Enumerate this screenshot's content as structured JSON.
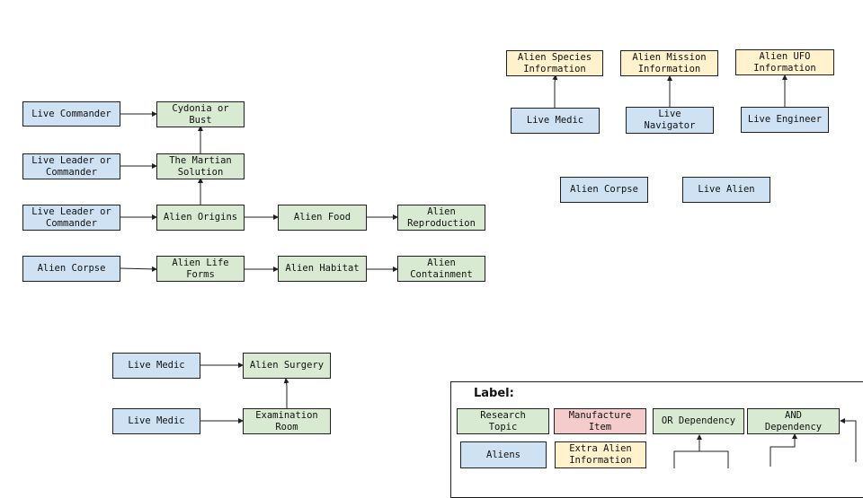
{
  "nodes": {
    "live_commander": "Live Commander",
    "live_leader_1": "Live Leader or\nCommander",
    "live_leader_2": "Live Leader or\nCommander",
    "alien_corpse_left": "Alien Corpse",
    "cydonia": "Cydonia or\nBust",
    "martian_solution": "The Martian\nSolution",
    "alien_origins": "Alien Origins",
    "alien_food": "Alien Food",
    "alien_reproduction": "Alien\nReproduction",
    "alien_life_forms": "Alien Life\nForms",
    "alien_habitat": "Alien Habitat",
    "alien_containment": "Alien\nContainment",
    "alien_species_info": "Alien Species\nInformation",
    "alien_mission_info": "Alien Mission\nInformation",
    "alien_ufo_info": "Alien UFO\nInformation",
    "live_medic_top": "Live Medic",
    "live_navigator": "Live\nNavigator",
    "live_engineer": "Live Engineer",
    "alien_corpse_right": "Alien Corpse",
    "live_alien": "Live Alien",
    "live_medic_1": "Live Medic",
    "live_medic_2": "Live Medic",
    "alien_surgery": "Alien Surgery",
    "examination_room": "Examination\nRoom"
  },
  "legend": {
    "title": "Label:",
    "research_topic": "Research\nTopic",
    "manufacture_item": "Manufacture\nItem",
    "or_dependency": "OR Dependency",
    "and_dependency": "AND\nDependency",
    "aliens": "Aliens",
    "extra_alien_information": "Extra Alien\nInformation"
  },
  "colors": {
    "research_topic": "#d9ead3",
    "manufacture_item": "#f4cccc",
    "aliens": "#cfe2f3",
    "extra_alien_information": "#fff2cc",
    "outline": "#1f1f1f"
  }
}
